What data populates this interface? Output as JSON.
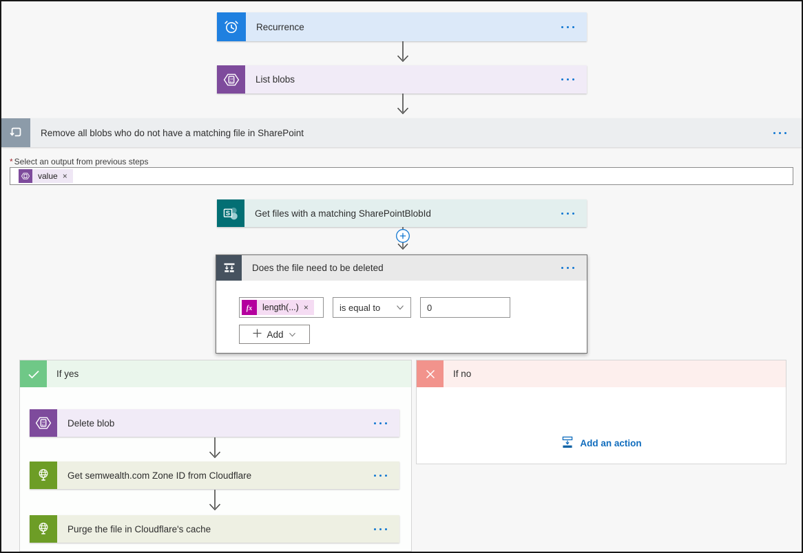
{
  "colors": {
    "accent_blue": "#1177D1",
    "recurrence_icon": "#1F80E0",
    "recurrence_bg": "#DCE9F9",
    "blob_icon": "#7E4B9C",
    "blob_bg": "#F1EBF7",
    "foreach_icon": "#8C9BA9",
    "foreach_bg": "#ECEEF0",
    "sharepoint_icon": "#036F74",
    "sharepoint_bg": "#E3EFEE",
    "condition_icon": "#46525F",
    "condition_header_bg": "#E9E9E9",
    "if_yes_icon": "#6FC887",
    "if_yes_header_bg": "#EAF6EC",
    "if_no_icon": "#F2938C",
    "if_no_header_bg": "#FDEFED",
    "http_icon": "#6D9D26",
    "http_bg": "#EEF0E3",
    "fx_icon": "#B4009E"
  },
  "flow": {
    "recurrence": {
      "title": "Recurrence"
    },
    "list_blobs": {
      "title": "List blobs"
    },
    "foreach": {
      "title": "Remove all blobs who do not have a matching file in SharePoint",
      "required_marker": "*",
      "param_label": "Select an output from previous steps",
      "token_label": "value",
      "token_remove": "×"
    },
    "get_files": {
      "title": "Get files with a matching SharePointBlobId"
    },
    "condition": {
      "title": "Does the file need to be deleted",
      "operand_label": "length(...)",
      "operand_remove": "×",
      "operator_value": "is equal to",
      "value_text": "0",
      "add_button_label": "Add"
    },
    "if_yes": {
      "title": "If yes",
      "steps": [
        {
          "title": "Delete blob"
        },
        {
          "title": "Get semwealth.com Zone ID from Cloudflare"
        },
        {
          "title": "Purge the file in Cloudflare's cache"
        }
      ]
    },
    "if_no": {
      "title": "If no",
      "add_action_label": "Add an action"
    }
  }
}
